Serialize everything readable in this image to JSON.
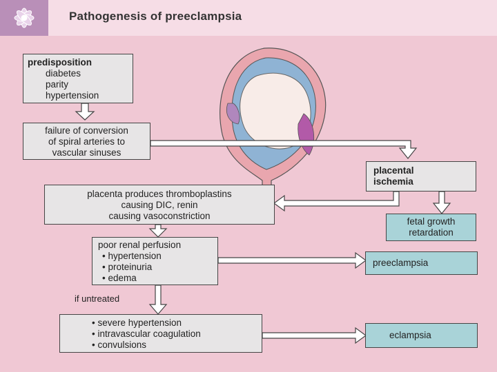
{
  "title": "Pathogenesis of preeclampsia",
  "nodes": {
    "predisposition": {
      "heading": "predisposition",
      "items": [
        "diabetes",
        "parity",
        "hypertension"
      ]
    },
    "failure": {
      "lines": [
        "failure of conversion",
        "of spiral arteries to",
        "vascular sinuses"
      ]
    },
    "ischemia": {
      "lines": [
        "placental",
        "ischemia"
      ]
    },
    "placenta": {
      "lines": [
        "placenta produces thromboplastins",
        "causing DIC, renin",
        "causing vasoconstriction"
      ]
    },
    "fetal": {
      "lines": [
        "fetal growth",
        "retardation"
      ]
    },
    "renal": {
      "heading": "poor renal perfusion",
      "items": [
        "• hypertension",
        "• proteinuria",
        "• edema"
      ]
    },
    "preeclampsia": {
      "label": "preeclampsia"
    },
    "untreated": {
      "label": "if untreated"
    },
    "severe": {
      "items": [
        "• severe hypertension",
        "• intravascular coagulation",
        "• convulsions"
      ]
    },
    "eclampsia": {
      "label": "eclampsia"
    }
  },
  "colors": {
    "box_grey": "#e7e5e6",
    "box_teal": "#a9d3d8",
    "background": "#f0c8d4",
    "arrow": "#ffffff"
  }
}
